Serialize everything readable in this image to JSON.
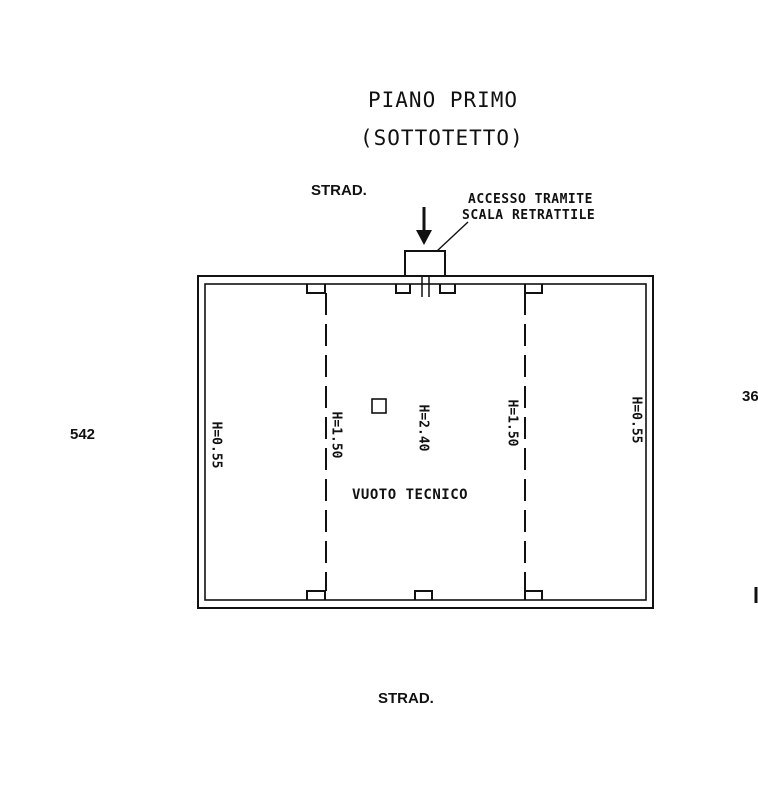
{
  "title": {
    "line1": "PIANO PRIMO",
    "line2": "(SOTTOTETTO)"
  },
  "labels": {
    "road_top": "STRAD.",
    "road_bottom": "STRAD.",
    "access_line1": "ACCESSO TRAMITE",
    "access_line2": "SCALA RETRATTILE",
    "room_name": "VUOTO TECNICO",
    "dimension_left": "542",
    "dimension_right": "36"
  },
  "heights": {
    "h1": "H=0.55",
    "h2": "H=1.50",
    "h3": "H=2.40",
    "h4": "H=1.50",
    "h5": "H=0.55"
  },
  "colors": {
    "ink": "#111111",
    "paper": "#ffffff"
  }
}
